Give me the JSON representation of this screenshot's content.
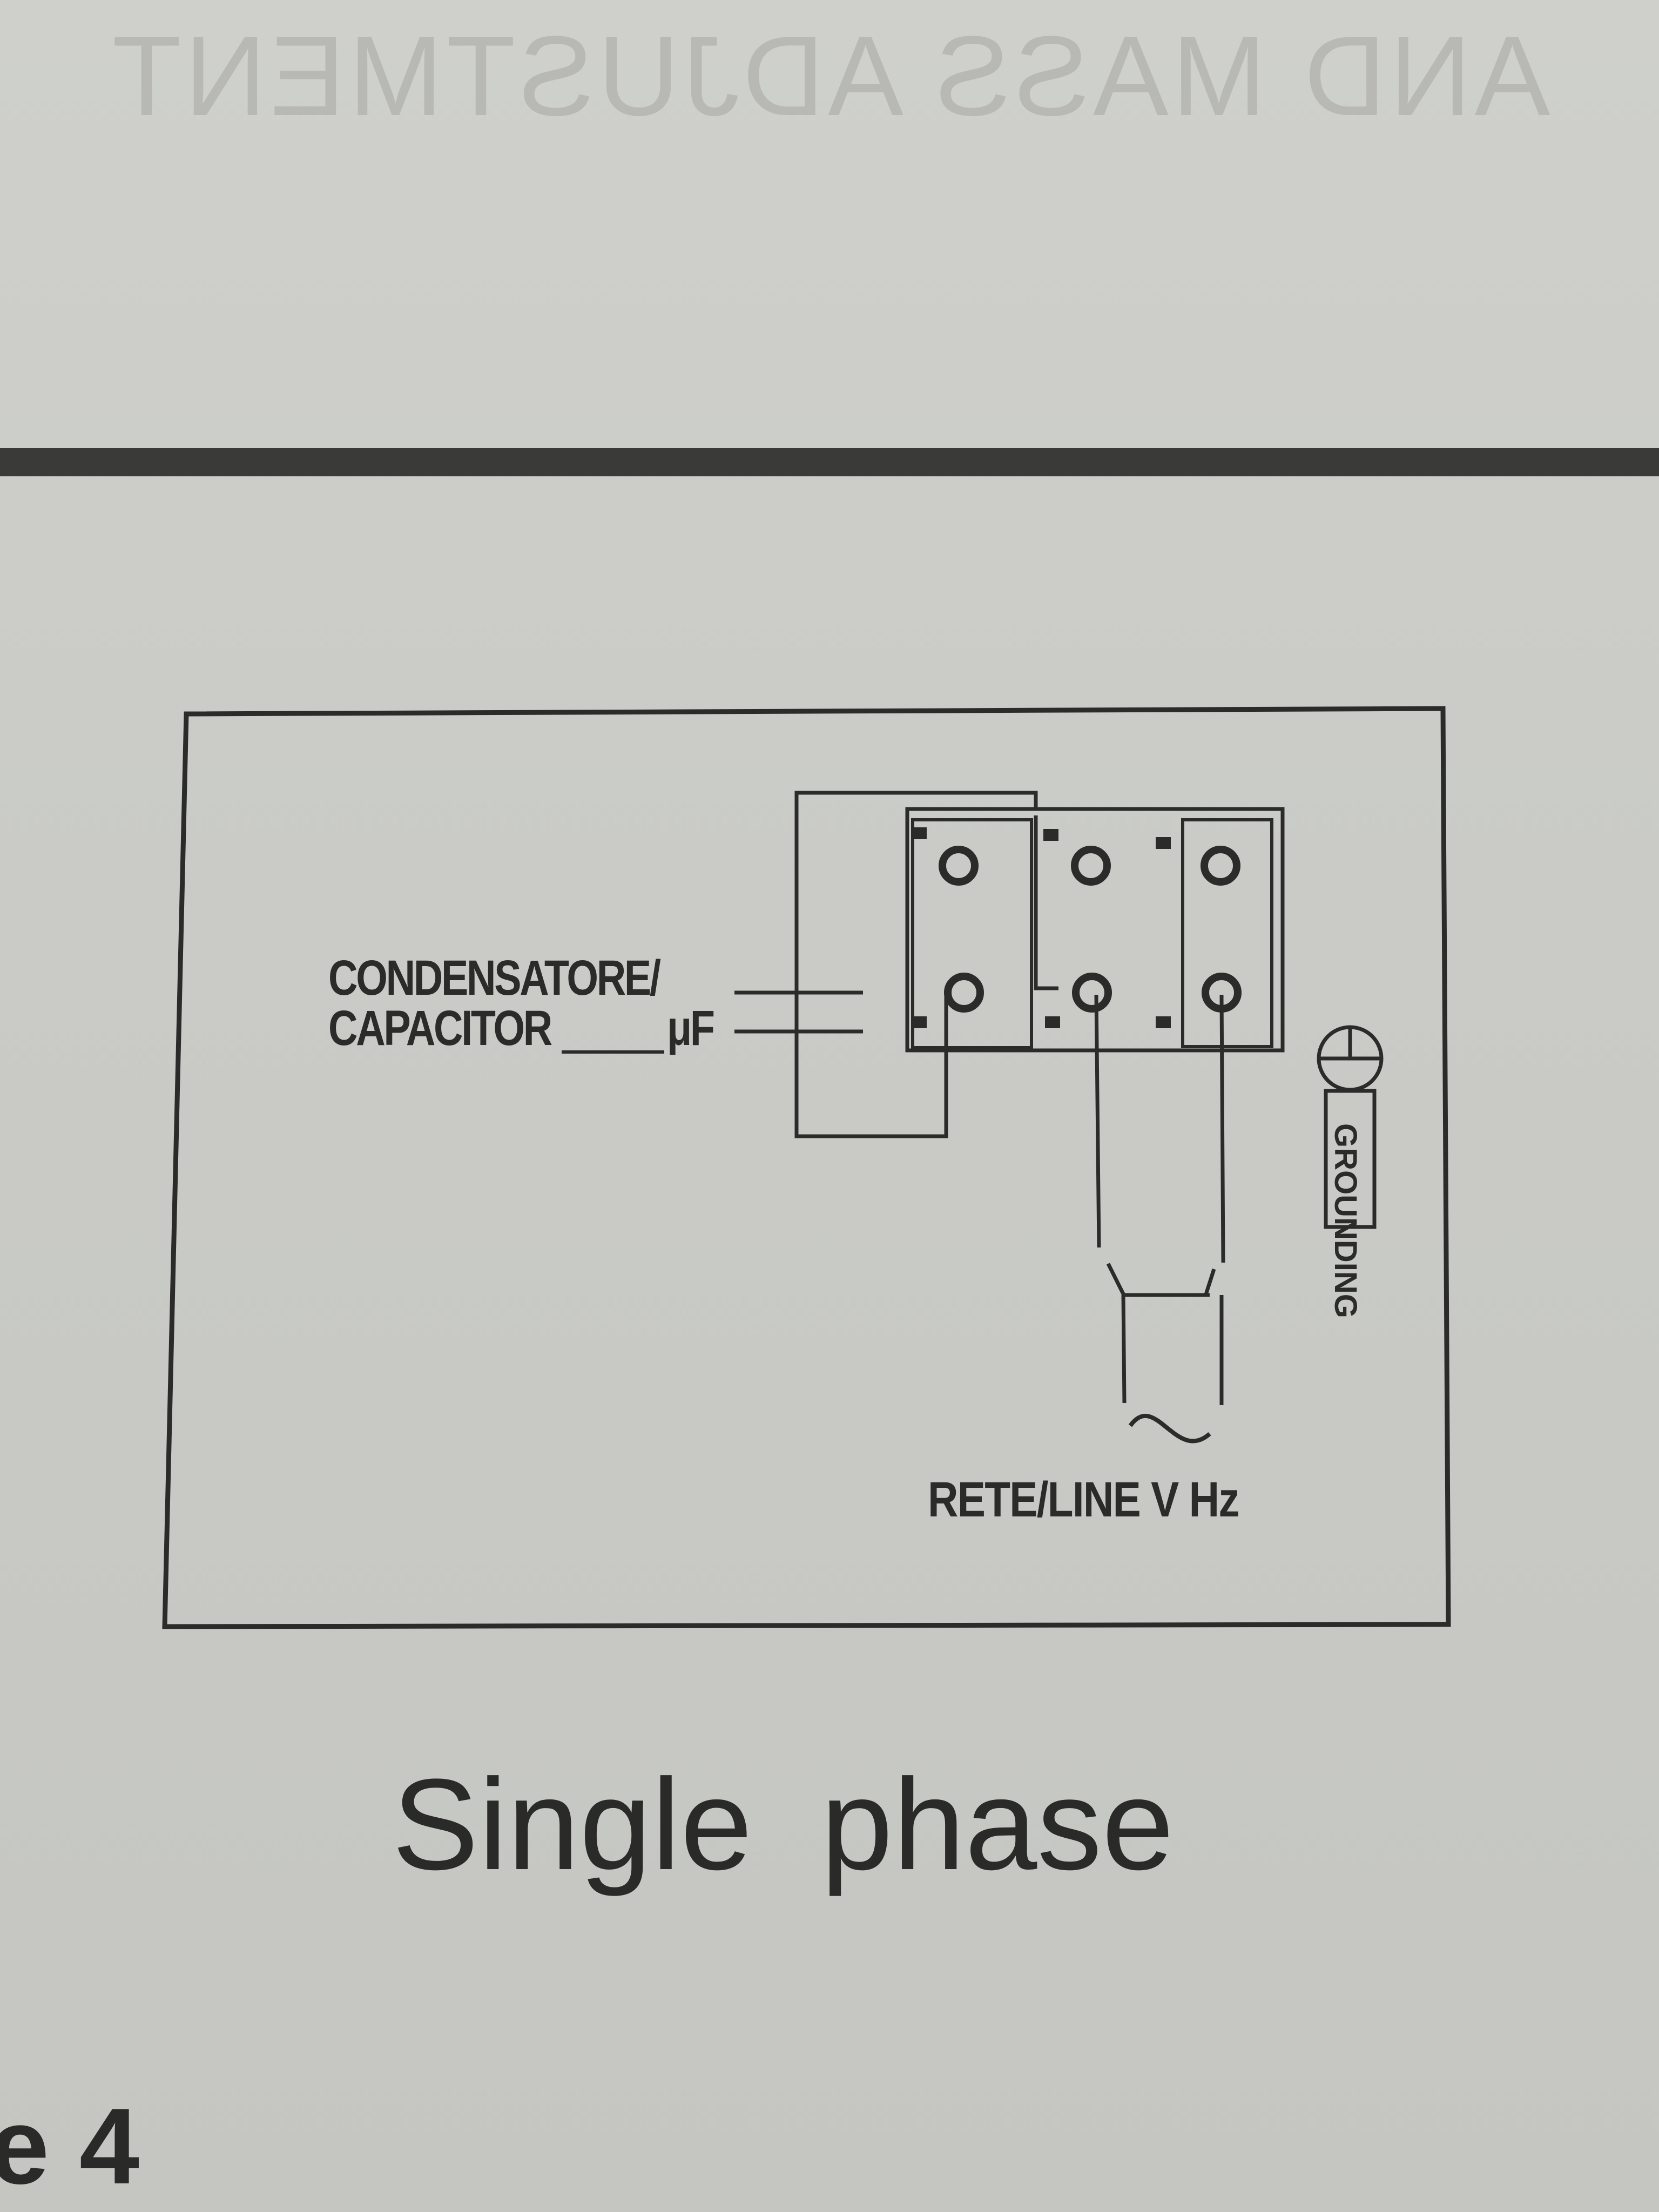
{
  "ghost_text": "AND MASS ADJUSTMENT",
  "diagram": {
    "capacitor_label_line1": "CONDENSATORE/",
    "capacitor_label_line2": "CAPACITOR",
    "capacitor_unit": "μF",
    "line_label": "RETE/LINE V Hz",
    "ground_label": "GROUNDING",
    "ac_symbol": "~"
  },
  "caption": "Single phase",
  "figure_label": "e 4"
}
